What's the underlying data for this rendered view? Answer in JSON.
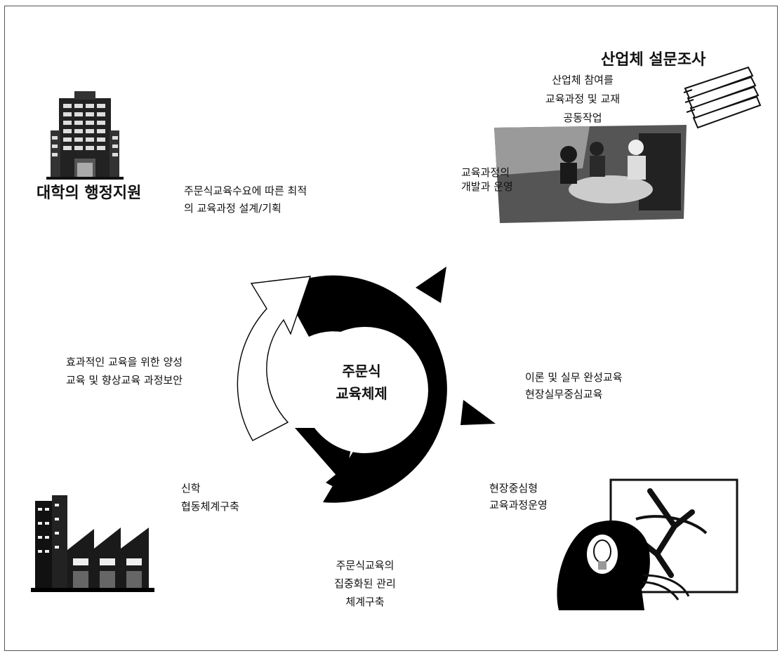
{
  "diagram": {
    "center_title": {
      "line1": "주문식",
      "line2": "교육체제"
    },
    "labels": {
      "admin_support": "대학의 행정지원",
      "industry_survey": "산업체 설문조사",
      "industry_participation": [
        "산업체 참여를",
        "교육과정 및 교재",
        "공동작업"
      ],
      "curriculum_dev": [
        "교육과정의",
        "개발과 운영"
      ],
      "optimal_design": [
        "주문식교육수요에 따른 최적",
        "의 교육과정 설계/기획"
      ],
      "training_prep": [
        "효과적인 교육을 위한 양성",
        "교육 및 향상교육 과정보안"
      ],
      "theory_practice": [
        "이론 및 실무 완성교육",
        "현장실무중심교육"
      ],
      "field_operation": [
        "현장중심형",
        "교육과정운영"
      ],
      "industry_cooperation": [
        "신학",
        "협동체계구축"
      ],
      "central_management": [
        "주문식교육의",
        "집중화된 관리",
        "체계구축"
      ]
    },
    "icons": [
      "office-building-icon",
      "paper-stack-icon",
      "meeting-photo",
      "factory-icon",
      "lightbulb-head-icon"
    ]
  }
}
